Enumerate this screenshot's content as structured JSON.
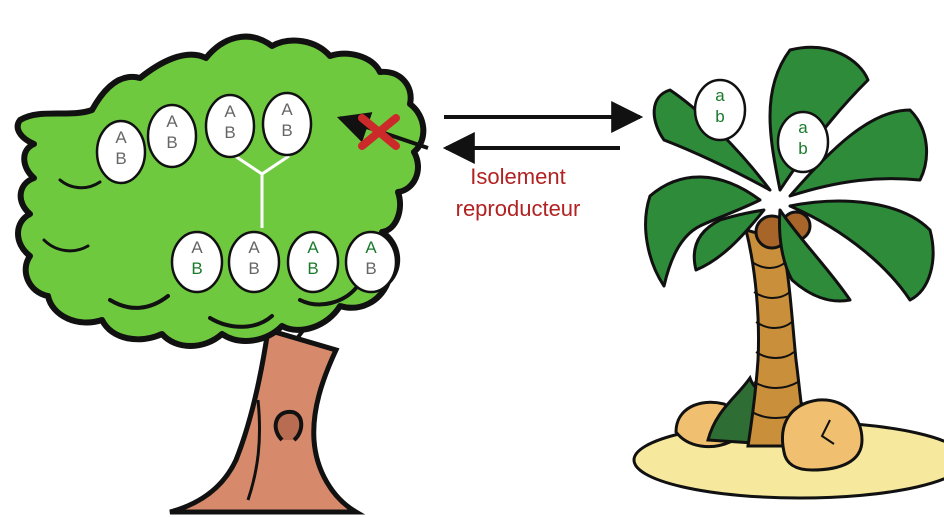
{
  "colors": {
    "gray_allele": "#666666",
    "green_allele": "#1a7a2c",
    "label_red": "#b22222",
    "cross_red": "#cc2a2a",
    "canopy_green": "#6fc93f",
    "palm_green": "#2e8b3a",
    "trunk_brown": "#d68a6b",
    "palm_trunk": "#c98f3a",
    "sand": "#f6e89c"
  },
  "isolation_label": {
    "line1": "Isolement",
    "line2": "reproducteur"
  },
  "tree_top_row": [
    {
      "top": "A",
      "bottom": "B",
      "top_color": "gray",
      "bottom_color": "gray"
    },
    {
      "top": "A",
      "bottom": "B",
      "top_color": "gray",
      "bottom_color": "gray"
    },
    {
      "top": "A",
      "bottom": "B",
      "top_color": "gray",
      "bottom_color": "gray"
    },
    {
      "top": "A",
      "bottom": "B",
      "top_color": "gray",
      "bottom_color": "gray"
    }
  ],
  "tree_bottom_row": [
    {
      "top": "A",
      "bottom": "B",
      "top_color": "gray",
      "bottom_color": "green"
    },
    {
      "top": "A",
      "bottom": "B",
      "top_color": "gray",
      "bottom_color": "gray"
    },
    {
      "top": "A",
      "bottom": "B",
      "top_color": "green",
      "bottom_color": "green"
    },
    {
      "top": "A",
      "bottom": "B",
      "top_color": "green",
      "bottom_color": "gray"
    }
  ],
  "palm_cells": [
    {
      "top": "a",
      "bottom": "b",
      "top_color": "green",
      "bottom_color": "green"
    },
    {
      "top": "a",
      "bottom": "b",
      "top_color": "green",
      "bottom_color": "green"
    }
  ],
  "icons": [
    "deciduous-tree-icon",
    "palm-tree-icon",
    "cross-icon",
    "arrow-right-icon",
    "arrow-left-icon"
  ]
}
